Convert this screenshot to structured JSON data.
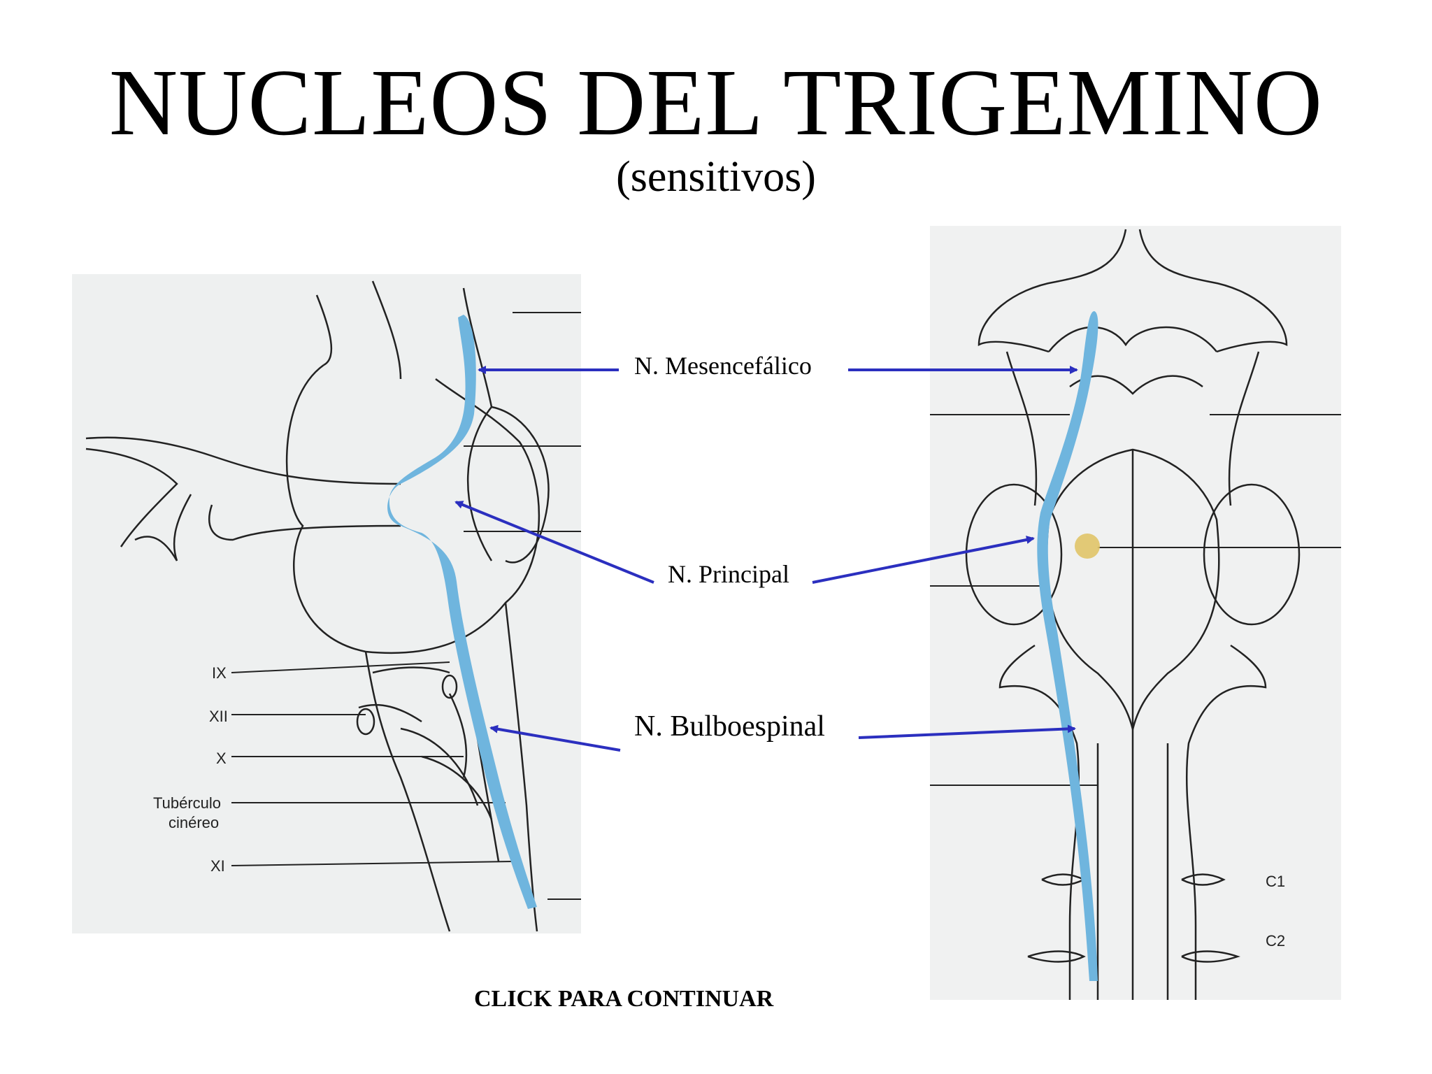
{
  "slide": {
    "title": "NUCLEOS DEL TRIGEMINO",
    "subtitle": "(sensitivos)",
    "continue_label": "CLICK  PARA CONTINUAR"
  },
  "labels": {
    "mesencefalico": "N. Mesencefálico",
    "principal": "N. Principal",
    "bulboespinal": "N. Bulboespinal"
  },
  "left_figure": {
    "nerve_labels": [
      "IX",
      "XII",
      "X",
      "Tubérculo",
      "cinéreo",
      "XI"
    ]
  },
  "right_figure": {
    "nerve_labels": [
      "C1",
      "C2"
    ]
  },
  "colors": {
    "nucleus": "#6fb5de",
    "arrow": "#2b2fbf",
    "lines": "#222222"
  }
}
